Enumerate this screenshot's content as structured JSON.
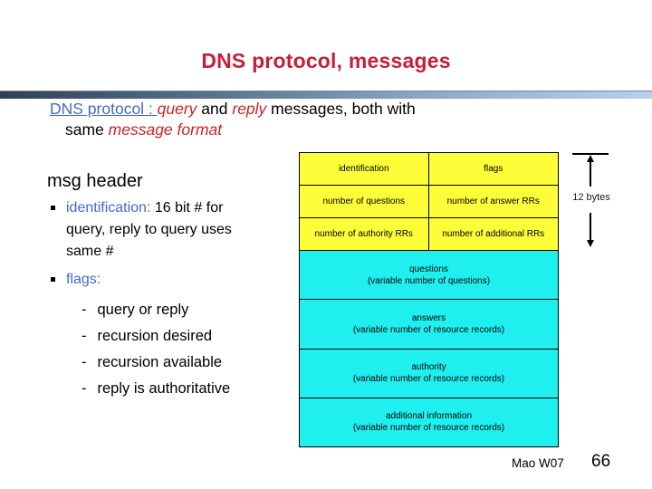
{
  "slide": {
    "title": "DNS protocol, messages",
    "intro": {
      "lead": "DNS protocol : ",
      "query": "query",
      "and": " and ",
      "reply": "reply",
      "rest": " messages, both with",
      "line2_plain": "same ",
      "line2_em": "message format"
    },
    "left": {
      "heading": "msg header",
      "bullets": [
        {
          "term": "identification:",
          "rest": " 16 bit # for query, reply to query uses same #"
        },
        {
          "term": "flags:",
          "rest": ""
        }
      ],
      "dash": "-",
      "sub_bullets": [
        "query or reply",
        "recursion desired",
        "recursion available",
        "reply is authoritative"
      ]
    },
    "diagram": {
      "header_rows": [
        [
          "identification",
          "flags"
        ],
        [
          "number of questions",
          "number of answer RRs"
        ],
        [
          "number of authority RRs",
          "number of additional RRs"
        ]
      ],
      "body_rows": [
        {
          "title": "questions",
          "subtitle": "(variable number of questions)"
        },
        {
          "title": "answers",
          "subtitle": "(variable number of resource records)"
        },
        {
          "title": "authority",
          "subtitle": "(variable number of  resource  records)"
        },
        {
          "title": "additional information",
          "subtitle": "(variable number of resource records)"
        }
      ],
      "annotation": "12 bytes",
      "colors": {
        "header_bg": "#fdfd3a",
        "body_bg": "#1fefef",
        "title_red": "#c5203a",
        "accent_blue": "#4169cd",
        "em_red": "#cc2222"
      }
    },
    "footer": {
      "author": "Mao W07",
      "page": "66"
    }
  }
}
